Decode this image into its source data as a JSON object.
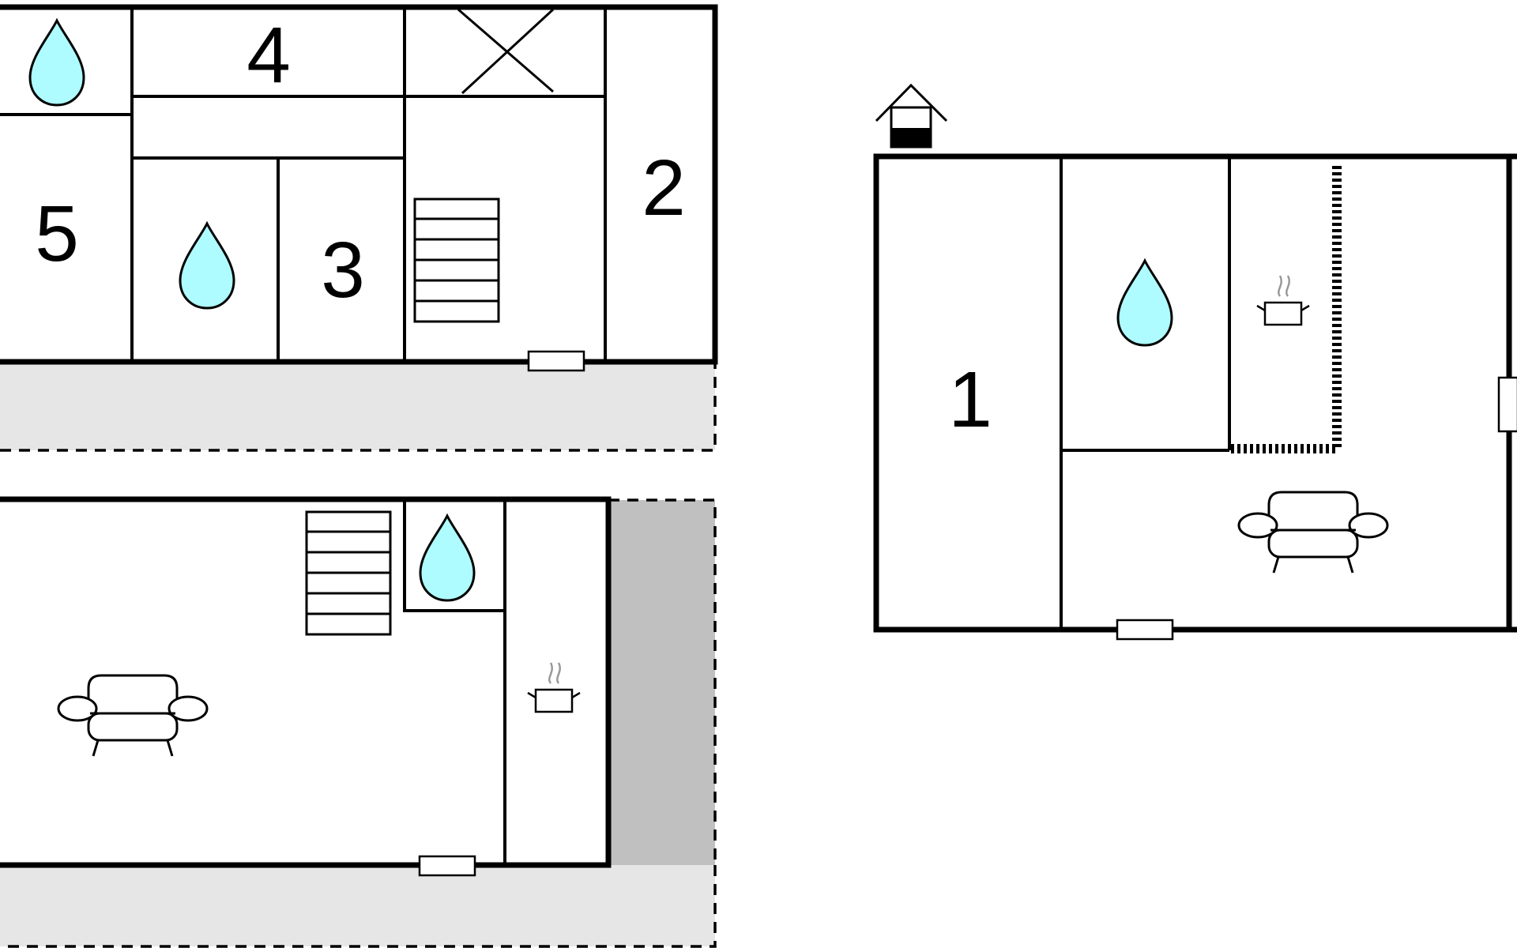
{
  "room_numbers": {
    "room_1": "1",
    "room_2": "2",
    "room_3": "3",
    "room_4": "4",
    "room_5": "5"
  },
  "colors": {
    "water": "#aefcff",
    "terrace": "#e6e6e6",
    "covered_area": "#c0c0c0",
    "steam": "#999999",
    "wall": "#000000"
  },
  "icons": {
    "bathroom": "water-drop-icon",
    "kitchen": "cooking-pot-icon",
    "living_room": "sofa-icon",
    "stairs": "stairs-icon",
    "building": "house-icon",
    "void": "cross-icon"
  }
}
